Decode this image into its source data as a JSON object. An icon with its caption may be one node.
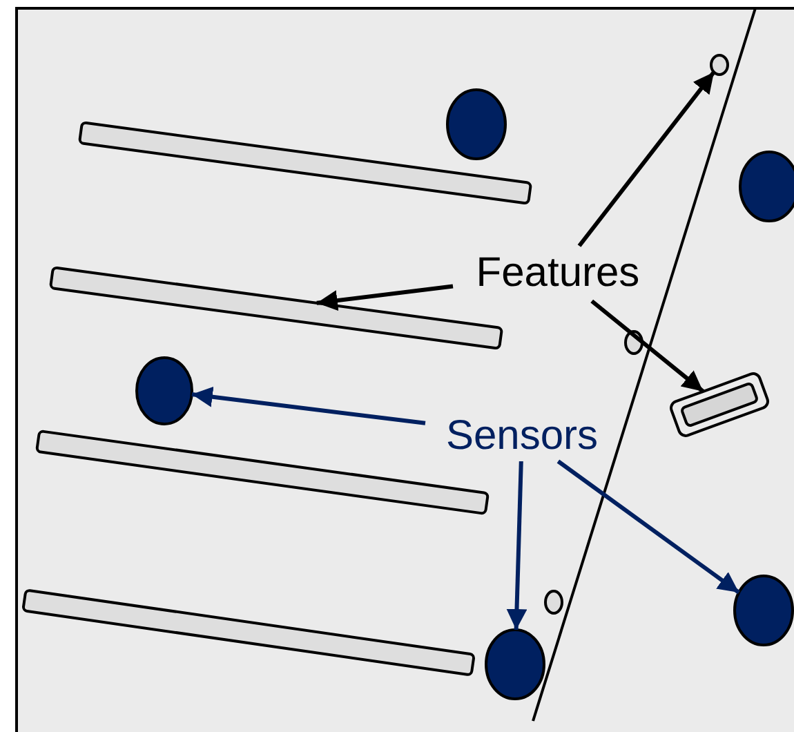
{
  "diagram": {
    "nodes": [
      {
        "text": [
          "Features"
        ]
      },
      {
        "text": [
          "Sensors"
        ]
      },
      {
        "text": [],
        "shape": "circle"
      },
      {
        "text": [],
        "shape": "circle"
      },
      {
        "text": [],
        "shape": "bar"
      },
      {
        "text": [],
        "shape": "circle"
      },
      {
        "text": [],
        "shape": "bar"
      },
      {
        "text": [],
        "shape": "circle"
      },
      {
        "text": [],
        "shape": "circle"
      },
      {
        "text": [],
        "shape": "box"
      },
      {
        "text": [],
        "shape": "bar"
      },
      {
        "text": [],
        "shape": "circle"
      },
      {
        "text": [],
        "shape": "circle"
      },
      {
        "text": [],
        "shape": "bar"
      },
      {
        "text": [],
        "shape": "circle"
      }
    ],
    "edges": [
      {
        "from": 0,
        "to": 2,
        "arrow": "to"
      },
      {
        "from": 0,
        "to": 6,
        "arrow": "to"
      },
      {
        "from": 0,
        "to": 9,
        "arrow": "to"
      },
      {
        "from": 1,
        "to": 8,
        "arrow": "to",
        "color": "#002060"
      },
      {
        "from": 1,
        "to": 14,
        "arrow": "to",
        "color": "#002060"
      },
      {
        "from": 1,
        "to": 12,
        "arrow": "to",
        "color": "#002060"
      }
    ]
  }
}
